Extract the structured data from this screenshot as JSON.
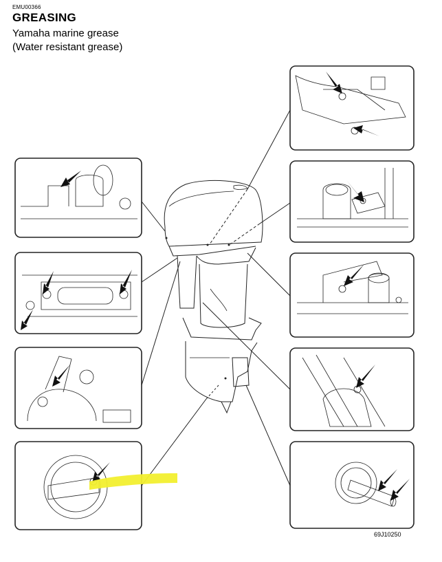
{
  "header": {
    "section_code": "EMU00366",
    "title": "GREASING",
    "subtitle_line1": "Yamaha marine grease",
    "subtitle_line2": "(Water resistant grease)"
  },
  "figure": {
    "code": "69J10250",
    "highlight_color": "#f2ef2f",
    "line_color": "#222222"
  }
}
